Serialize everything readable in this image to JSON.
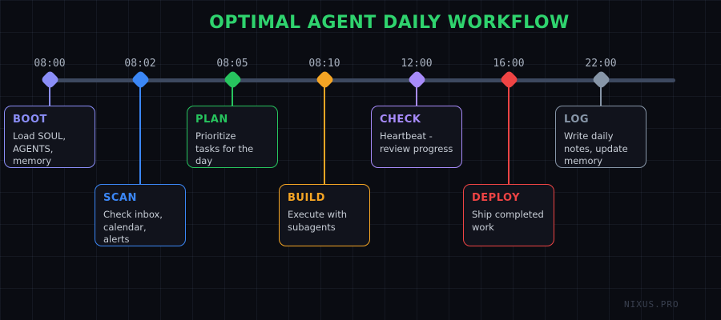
{
  "title": "OPTIMAL AGENT DAILY WORKFLOW",
  "title_color": "#2fd36e",
  "watermark": "NIXUS.PRO",
  "timeline": {
    "bar_color": "#3d4960",
    "milestones": [
      {
        "time": "08:00",
        "label": "BOOT",
        "desc": "Load SOUL,\nAGENTS, memory",
        "color": "#8b8ef8"
      },
      {
        "time": "08:02",
        "label": "SCAN",
        "desc": "Check inbox,\ncalendar,\nalerts",
        "color": "#3b87f6"
      },
      {
        "time": "08:05",
        "label": "PLAN",
        "desc": "Prioritize\ntasks for the\nday",
        "color": "#27c45e"
      },
      {
        "time": "08:10",
        "label": "BUILD",
        "desc": "Execute with\nsubagents",
        "color": "#f5a524"
      },
      {
        "time": "12:00",
        "label": "CHECK",
        "desc": "Heartbeat -\nreview progress",
        "color": "#a78bfa"
      },
      {
        "time": "16:00",
        "label": "DEPLOY",
        "desc": "Ship completed\nwork",
        "color": "#ef4444"
      },
      {
        "time": "22:00",
        "label": "LOG",
        "desc": "Write daily\nnotes, update\nmemory",
        "color": "#8796a8"
      }
    ]
  }
}
